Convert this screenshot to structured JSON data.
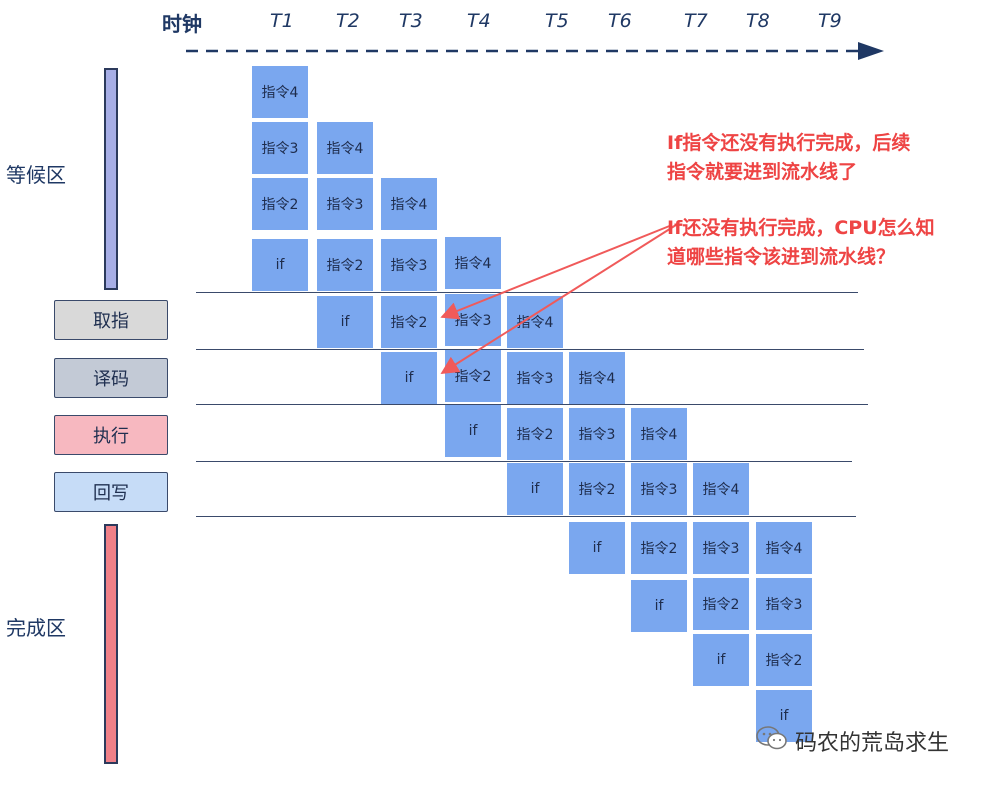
{
  "clock": {
    "title": "时钟",
    "ticks": [
      "T1",
      "T2",
      "T3",
      "T4",
      "T5",
      "T6",
      "T7",
      "T8",
      "T9"
    ]
  },
  "zones": {
    "waiting": "等候区",
    "completed": "完成区"
  },
  "stages": [
    "取指",
    "译码",
    "执行",
    "回写"
  ],
  "stage_colors": [
    "#d9d9d9",
    "#c3cad6",
    "#f7b8c0",
    "#c6dcf7"
  ],
  "cell_color": "#7aa7ef",
  "instructions": [
    "if",
    "指令2",
    "指令3",
    "指令4"
  ],
  "annotations": {
    "note1_line1": "If指令还没有执行完成，后续",
    "note1_line2": "指令就要进到流水线了",
    "note2_line1": "If还没有执行完成，CPU怎么知",
    "note2_line2": "道哪些指令该进到流水线？",
    "color": "#ee4444"
  },
  "watermark": {
    "text": "码农的荒岛求生",
    "icon": "wechat-icon"
  }
}
